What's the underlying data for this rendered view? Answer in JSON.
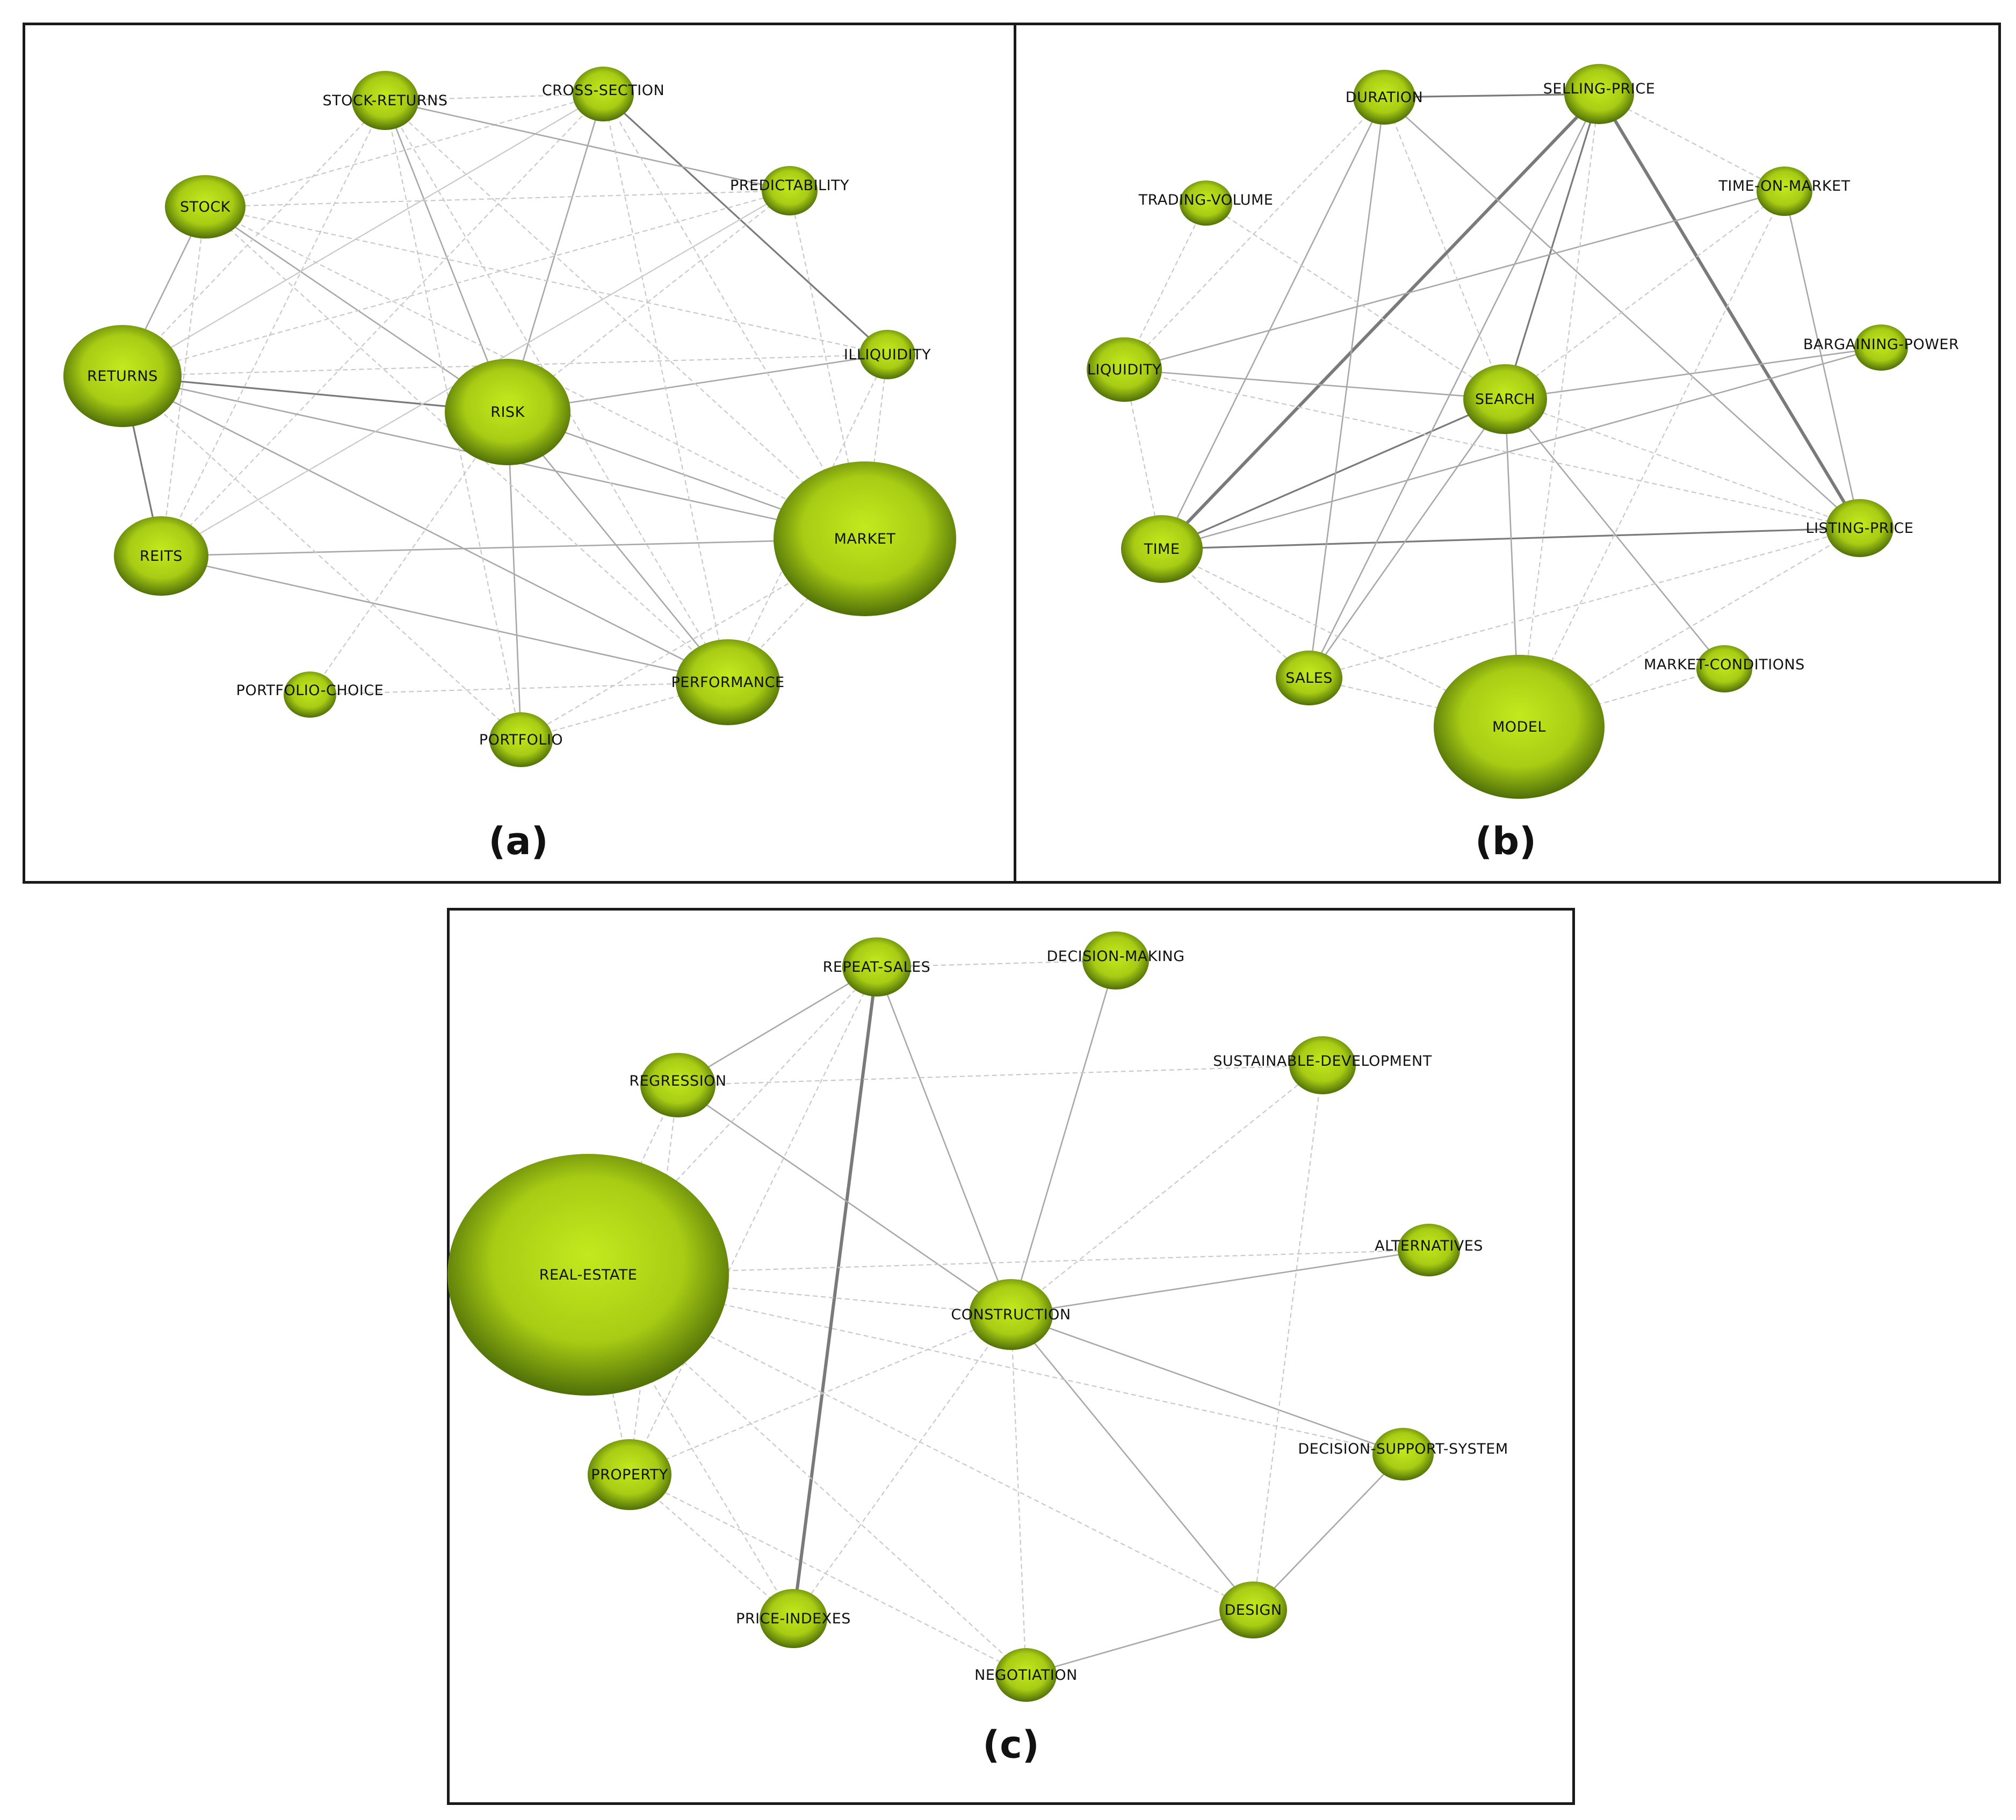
{
  "colors": {
    "node_center": "#c2ea1e",
    "node_mid": "#a8cc14",
    "node_edge": "#4f6f08",
    "edge_light": "#c9c9c9",
    "edge_mid": "#a8a8a8",
    "edge_dark": "#7a7a7a",
    "frame": "#1a1a1a"
  },
  "panels": [
    {
      "id": "a",
      "label": "(a)",
      "nodes": [
        {
          "id": "stock-returns",
          "label": "STOCK-RETURNS"
        },
        {
          "id": "cross-section",
          "label": "CROSS-SECTION"
        },
        {
          "id": "stock",
          "label": "STOCK"
        },
        {
          "id": "predictability",
          "label": "PREDICTABILITY"
        },
        {
          "id": "returns",
          "label": "RETURNS"
        },
        {
          "id": "illiquidity",
          "label": "ILLIQUIDITY"
        },
        {
          "id": "risk",
          "label": "RISK"
        },
        {
          "id": "market",
          "label": "MARKET"
        },
        {
          "id": "reits",
          "label": "REITS"
        },
        {
          "id": "performance",
          "label": "PERFORMANCE"
        },
        {
          "id": "portfolio-choice",
          "label": "PORTFOLIO-CHOICE"
        },
        {
          "id": "portfolio",
          "label": "PORTFOLIO"
        }
      ],
      "edges": [
        [
          "returns",
          "risk",
          2
        ],
        [
          "returns",
          "reits",
          2
        ],
        [
          "returns",
          "stock",
          1
        ],
        [
          "cross-section",
          "illiquidity",
          2
        ],
        [
          "risk",
          "market",
          1
        ],
        [
          "risk",
          "performance",
          1
        ],
        [
          "risk",
          "portfolio",
          1
        ],
        [
          "risk",
          "stock-returns",
          1
        ],
        [
          "risk",
          "cross-section",
          1
        ],
        [
          "risk",
          "stock",
          1
        ],
        [
          "risk",
          "illiquidity",
          1
        ],
        [
          "risk",
          "predictability",
          0
        ],
        [
          "risk",
          "portfolio-choice",
          0
        ],
        [
          "reits",
          "market",
          1
        ],
        [
          "reits",
          "performance",
          1
        ],
        [
          "reits",
          "cross-section",
          0
        ],
        [
          "reits",
          "predictability",
          0
        ],
        [
          "returns",
          "market",
          1
        ],
        [
          "returns",
          "performance",
          1
        ],
        [
          "returns",
          "portfolio",
          0
        ],
        [
          "returns",
          "predictability",
          0
        ],
        [
          "returns",
          "cross-section",
          0
        ],
        [
          "returns",
          "stock-returns",
          0
        ],
        [
          "stock",
          "predictability",
          0
        ],
        [
          "stock",
          "cross-section",
          0
        ],
        [
          "stock",
          "market",
          0
        ],
        [
          "stock",
          "performance",
          0
        ],
        [
          "stock",
          "reits",
          0
        ],
        [
          "stock",
          "illiquidity",
          0
        ],
        [
          "stock-returns",
          "cross-section",
          0
        ],
        [
          "stock-returns",
          "predictability",
          1
        ],
        [
          "stock-returns",
          "market",
          0
        ],
        [
          "stock-returns",
          "performance",
          0
        ],
        [
          "stock-returns",
          "reits",
          0
        ],
        [
          "stock-returns",
          "portfolio",
          0
        ],
        [
          "cross-section",
          "market",
          0
        ],
        [
          "cross-section",
          "performance",
          0
        ],
        [
          "cross-section",
          "returns",
          0
        ],
        [
          "predictability",
          "market",
          0
        ],
        [
          "predictability",
          "reits",
          0
        ],
        [
          "illiquidity",
          "market",
          0
        ],
        [
          "illiquidity",
          "returns",
          0
        ],
        [
          "illiquidity",
          "performance",
          0
        ],
        [
          "market",
          "performance",
          0
        ],
        [
          "market",
          "portfolio",
          0
        ],
        [
          "performance",
          "portfolio",
          0
        ],
        [
          "performance",
          "portfolio-choice",
          0
        ]
      ]
    },
    {
      "id": "b",
      "label": "(b)",
      "nodes": [
        {
          "id": "duration",
          "label": "DURATION"
        },
        {
          "id": "selling-price",
          "label": "SELLING-PRICE"
        },
        {
          "id": "trading-volume",
          "label": "TRADING-VOLUME"
        },
        {
          "id": "time-on-market",
          "label": "TIME-ON-MARKET"
        },
        {
          "id": "liquidity",
          "label": "LIQUIDITY"
        },
        {
          "id": "bargaining-power",
          "label": "BARGAINING-POWER"
        },
        {
          "id": "search",
          "label": "SEARCH"
        },
        {
          "id": "time",
          "label": "TIME"
        },
        {
          "id": "listing-price",
          "label": "LISTING-PRICE"
        },
        {
          "id": "sales",
          "label": "SALES"
        },
        {
          "id": "market-conditions",
          "label": "MARKET-CONDITIONS"
        },
        {
          "id": "model",
          "label": "MODEL"
        }
      ],
      "edges": [
        [
          "selling-price",
          "listing-price",
          3
        ],
        [
          "selling-price",
          "time",
          3
        ],
        [
          "duration",
          "selling-price",
          2
        ],
        [
          "selling-price",
          "search",
          2
        ],
        [
          "time",
          "listing-price",
          2
        ],
        [
          "time",
          "search",
          2
        ],
        [
          "duration",
          "listing-price",
          1
        ],
        [
          "duration",
          "time",
          1
        ],
        [
          "duration",
          "sales",
          1
        ],
        [
          "sales",
          "search",
          1
        ],
        [
          "sales",
          "selling-price",
          1
        ],
        [
          "liquidity",
          "search",
          1
        ],
        [
          "search",
          "bargaining-power",
          1
        ],
        [
          "time",
          "bargaining-power",
          1
        ],
        [
          "liquidity",
          "time-on-market",
          1
        ],
        [
          "time-on-market",
          "listing-price",
          1
        ],
        [
          "search",
          "market-conditions",
          1
        ],
        [
          "search",
          "model",
          1
        ],
        [
          "duration",
          "search",
          0
        ],
        [
          "duration",
          "liquidity",
          0
        ],
        [
          "trading-volume",
          "search",
          0
        ],
        [
          "trading-volume",
          "liquidity",
          0
        ],
        [
          "liquidity",
          "listing-price",
          0
        ],
        [
          "liquidity",
          "time",
          0
        ],
        [
          "time",
          "model",
          0
        ],
        [
          "time",
          "sales",
          0
        ],
        [
          "sales",
          "model",
          0
        ],
        [
          "model",
          "listing-price",
          0
        ],
        [
          "model",
          "selling-price",
          0
        ],
        [
          "model",
          "market-conditions",
          0
        ],
        [
          "selling-price",
          "time-on-market",
          0
        ],
        [
          "time-on-market",
          "search",
          0
        ],
        [
          "search",
          "listing-price",
          0
        ],
        [
          "sales",
          "listing-price",
          0
        ],
        [
          "model",
          "time-on-market",
          0
        ]
      ]
    },
    {
      "id": "c",
      "label": "(c)",
      "nodes": [
        {
          "id": "repeat-sales",
          "label": "REPEAT-SALES"
        },
        {
          "id": "decision-making",
          "label": "DECISION-MAKING"
        },
        {
          "id": "regression",
          "label": "REGRESSION"
        },
        {
          "id": "sustainable-development",
          "label": "SUSTAINABLE-DEVELOPMENT"
        },
        {
          "id": "real-estate",
          "label": "REAL-ESTATE"
        },
        {
          "id": "alternatives",
          "label": "ALTERNATIVES"
        },
        {
          "id": "construction",
          "label": "CONSTRUCTION"
        },
        {
          "id": "property",
          "label": "PROPERTY"
        },
        {
          "id": "decision-support-system",
          "label": "DECISION-SUPPORT-SYSTEM"
        },
        {
          "id": "design",
          "label": "DESIGN"
        },
        {
          "id": "price-indexes",
          "label": "PRICE-INDEXES"
        },
        {
          "id": "negotiation",
          "label": "NEGOTIATION"
        }
      ],
      "edges": [
        [
          "repeat-sales",
          "price-indexes",
          3
        ],
        [
          "repeat-sales",
          "regression",
          1
        ],
        [
          "repeat-sales",
          "construction",
          1
        ],
        [
          "decision-making",
          "construction",
          1
        ],
        [
          "regression",
          "construction",
          1
        ],
        [
          "construction",
          "design",
          1
        ],
        [
          "construction",
          "alternatives",
          1
        ],
        [
          "construction",
          "decision-support-system",
          1
        ],
        [
          "decision-support-system",
          "design",
          1
        ],
        [
          "design",
          "negotiation",
          1
        ],
        [
          "construction",
          "sustainable-development",
          0
        ],
        [
          "sustainable-development",
          "design",
          0
        ],
        [
          "construction",
          "property",
          0
        ],
        [
          "construction",
          "price-indexes",
          0
        ],
        [
          "construction",
          "negotiation",
          0
        ],
        [
          "real-estate",
          "construction",
          0
        ],
        [
          "real-estate",
          "design",
          0
        ],
        [
          "real-estate",
          "repeat-sales",
          0
        ],
        [
          "real-estate",
          "regression",
          0
        ],
        [
          "real-estate",
          "property",
          0
        ],
        [
          "real-estate",
          "price-indexes",
          0
        ],
        [
          "real-estate",
          "decision-support-system",
          0
        ],
        [
          "real-estate",
          "negotiation",
          0
        ],
        [
          "property",
          "repeat-sales",
          0
        ],
        [
          "property",
          "price-indexes",
          0
        ],
        [
          "property",
          "regression",
          0
        ],
        [
          "repeat-sales",
          "decision-making",
          0
        ],
        [
          "regression",
          "sustainable-development",
          0
        ],
        [
          "property",
          "negotiation",
          0
        ],
        [
          "real-estate",
          "alternatives",
          0
        ]
      ]
    }
  ]
}
